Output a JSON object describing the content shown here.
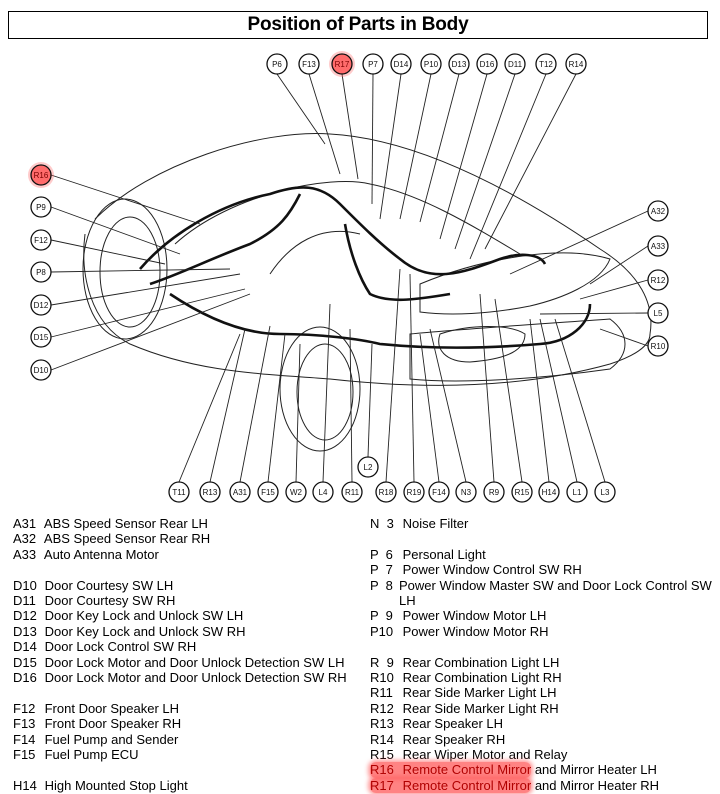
{
  "title": "Position of Parts in Body",
  "highlight_color": "#ff6b6b",
  "callouts": {
    "top": [
      "P6",
      "F13",
      "R17",
      "P7",
      "D14",
      "P10",
      "D13",
      "D16",
      "D11",
      "T12",
      "R14"
    ],
    "left": [
      "R16",
      "P9",
      "F12",
      "P8",
      "D12",
      "D15",
      "D10"
    ],
    "right": [
      "A32",
      "A33",
      "R12",
      "L5",
      "R10"
    ],
    "bottom": [
      "T11",
      "R13",
      "A31",
      "F15",
      "W2",
      "L4",
      "R11",
      "R18",
      "R19",
      "F14",
      "N3",
      "R9",
      "R15",
      "H14",
      "L1",
      "L3"
    ],
    "middle": [
      "L2"
    ],
    "highlighted": [
      "R16",
      "R17"
    ]
  },
  "legend_left": [
    {
      "code": "A31",
      "desc": "ABS Speed Sensor Rear LH"
    },
    {
      "code": "A32",
      "desc": "ABS Speed Sensor Rear RH"
    },
    {
      "code": "A33",
      "desc": "Auto Antenna Motor"
    },
    {
      "gap": true
    },
    {
      "code": "D10",
      "desc": "Door Courtesy SW LH"
    },
    {
      "code": "D11",
      "desc": "Door Courtesy SW RH"
    },
    {
      "code": "D12",
      "desc": "Door Key Lock and Unlock SW LH"
    },
    {
      "code": "D13",
      "desc": "Door Key Lock and Unlock SW RH"
    },
    {
      "code": "D14",
      "desc": "Door Lock Control SW RH"
    },
    {
      "code": "D15",
      "desc": "Door Lock Motor and Door Unlock Detection SW LH"
    },
    {
      "code": "D16",
      "desc": "Door Lock Motor and Door Unlock Detection SW RH"
    },
    {
      "gap": true
    },
    {
      "code": "F12",
      "desc": "Front Door Speaker LH"
    },
    {
      "code": "F13",
      "desc": "Front Door Speaker RH"
    },
    {
      "code": "F14",
      "desc": "Fuel Pump and Sender"
    },
    {
      "code": "F15",
      "desc": "Fuel Pump ECU"
    },
    {
      "gap": true
    },
    {
      "code": "H14",
      "desc": "High Mounted Stop Light"
    }
  ],
  "legend_right": [
    {
      "code": "N  3",
      "desc": "Noise Filter"
    },
    {
      "gap": true
    },
    {
      "code": "P  6",
      "desc": "Personal Light"
    },
    {
      "code": "P  7",
      "desc": "Power Window Control SW RH"
    },
    {
      "code": "P  8",
      "desc": "Power Window Master SW and Door Lock Control SW LH"
    },
    {
      "code": "P  9",
      "desc": "Power Window Motor LH"
    },
    {
      "code": "P10",
      "desc": "Power Window Motor RH"
    },
    {
      "gap": true
    },
    {
      "code": "R  9",
      "desc": "Rear Combination Light LH"
    },
    {
      "code": "R10",
      "desc": "Rear Combination Light RH"
    },
    {
      "code": "R11",
      "desc": "Rear Side Marker Light LH"
    },
    {
      "code": "R12",
      "desc": "Rear Side Marker Light RH"
    },
    {
      "code": "R13",
      "desc": "Rear Speaker LH"
    },
    {
      "code": "R14",
      "desc": "Rear Speaker RH"
    },
    {
      "code": "R15",
      "desc": "Rear Wiper Motor and Relay"
    },
    {
      "code": "R16",
      "desc": "Remote Control Mirror",
      "desc_rest": " and Mirror Heater LH",
      "highlight": true
    },
    {
      "code": "R17",
      "desc": "Remote Control Mirror",
      "desc_rest": " and Mirror Heater RH",
      "highlight": true
    }
  ]
}
